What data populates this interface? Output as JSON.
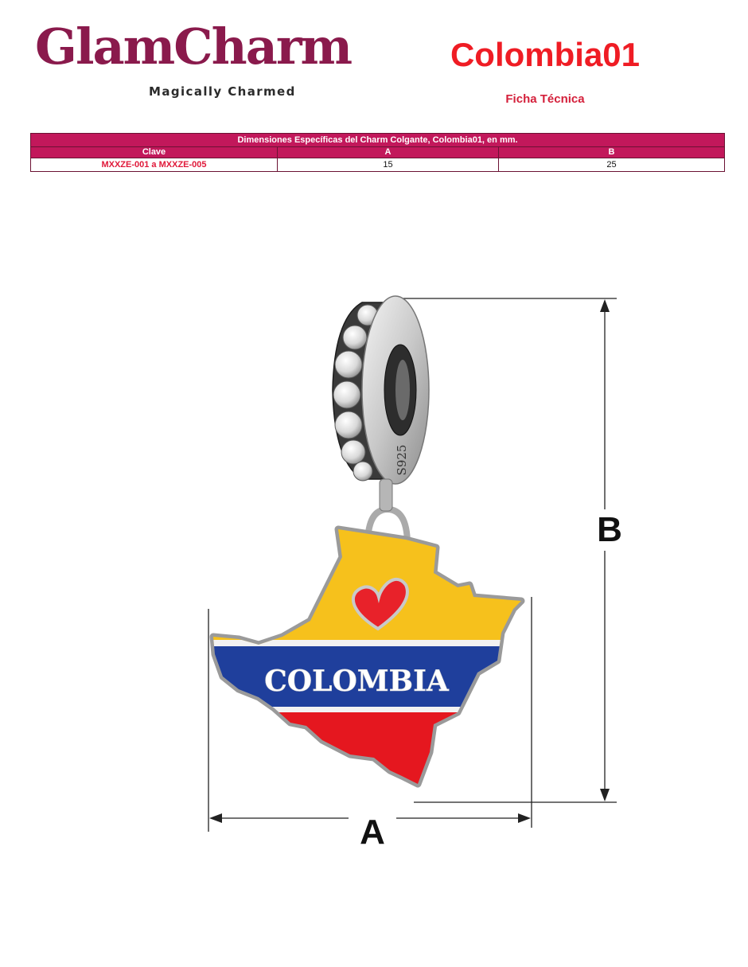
{
  "header": {
    "logo_text": "GlamCharm",
    "tagline": "Magically Charmed",
    "title": "Colombia01",
    "subtitle": "Ficha Técnica"
  },
  "spec_table": {
    "caption": "Dimensiones Específicas del Charm Colgante, Colombia01, en mm.",
    "columns": [
      "Clave",
      "A",
      "B"
    ],
    "rows": [
      {
        "clave": "MXXZE-001 a MXXZE-005",
        "a": "15",
        "b": "25"
      }
    ]
  },
  "figure": {
    "bail_stamp": "S925",
    "charm_text": "COLOMBIA",
    "dim_a_label": "A",
    "dim_b_label": "B"
  },
  "colors": {
    "brand": "#8a1a4c",
    "title_red": "#ef1c24",
    "table_header": "#c2185b",
    "flag_yellow": "#f6c11c",
    "flag_blue": "#1f3f9c",
    "flag_red": "#e5171f"
  }
}
